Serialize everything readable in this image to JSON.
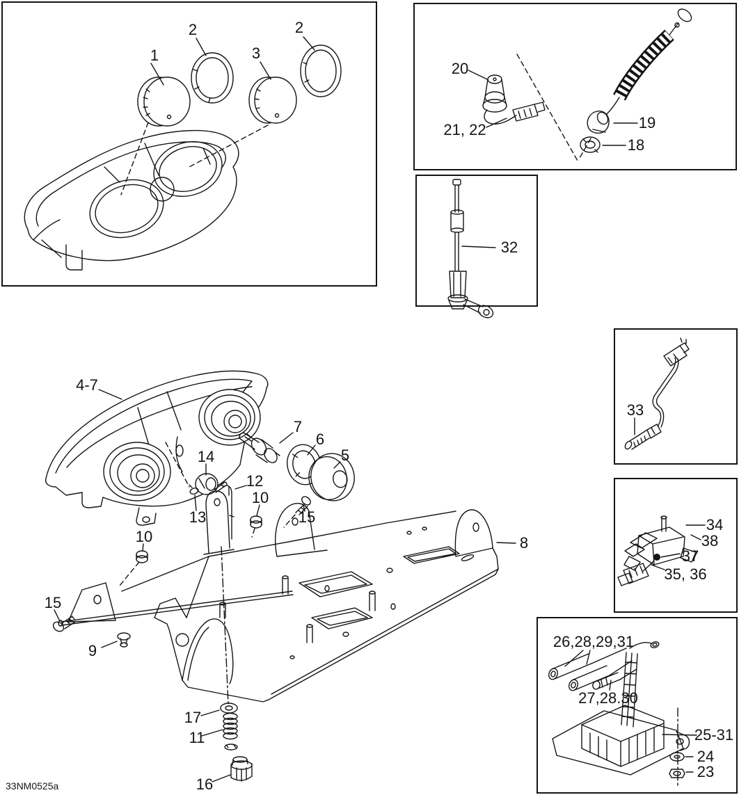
{
  "figure_code": "33NM0525a",
  "panel_names": {
    "gauge_cluster": "gauge cluster housing panel",
    "ignition": "ignition switch and lanyard panel",
    "sensor_32": "sensor 32 panel",
    "sensor_33": "sensor 33 panel",
    "switch_cluster": "switch assembly panel",
    "regulator": "voltage regulator panel"
  },
  "callouts": [
    {
      "text": "1"
    },
    {
      "text": "2"
    },
    {
      "text": "3"
    },
    {
      "text": "2"
    },
    {
      "text": "20"
    },
    {
      "text": "21, 22"
    },
    {
      "text": "19"
    },
    {
      "text": "18"
    },
    {
      "text": "32"
    },
    {
      "text": "4-7"
    },
    {
      "text": "7"
    },
    {
      "text": "6"
    },
    {
      "text": "5"
    },
    {
      "text": "14"
    },
    {
      "text": "12"
    },
    {
      "text": "10"
    },
    {
      "text": "13"
    },
    {
      "text": "15"
    },
    {
      "text": "8"
    },
    {
      "text": "10"
    },
    {
      "text": "15"
    },
    {
      "text": "9"
    },
    {
      "text": "17"
    },
    {
      "text": "11"
    },
    {
      "text": "16"
    },
    {
      "text": "33"
    },
    {
      "text": "34"
    },
    {
      "text": "38"
    },
    {
      "text": "37"
    },
    {
      "text": "35, 36"
    },
    {
      "text": "26,28,29,31"
    },
    {
      "text": "27,28.30"
    },
    {
      "text": "25-31"
    },
    {
      "text": "24"
    },
    {
      "text": "23"
    }
  ]
}
